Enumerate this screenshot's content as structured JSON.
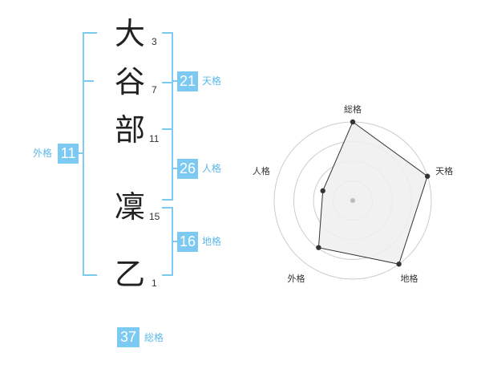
{
  "name": {
    "chars": [
      {
        "char": "大",
        "strokes": "3"
      },
      {
        "char": "谷",
        "strokes": "7"
      },
      {
        "char": "部",
        "strokes": "11"
      },
      {
        "char": "凜",
        "strokes": "15"
      },
      {
        "char": "乙",
        "strokes": "1"
      }
    ]
  },
  "fortunes": {
    "tenkaku": {
      "value": "21",
      "label": "天格"
    },
    "jinkaku": {
      "value": "26",
      "label": "人格"
    },
    "chikaku": {
      "value": "16",
      "label": "地格"
    },
    "gaikaku": {
      "value": "11",
      "label": "外格"
    },
    "soukaku": {
      "value": "37",
      "label": "総格"
    }
  },
  "colors": {
    "accent": "#7cc9f2",
    "accent_text": "#5db8e8",
    "radar_fill": "#eeeeee",
    "ring": "#cccccc"
  },
  "chart_data": {
    "type": "radar",
    "axes": [
      "総格",
      "天格",
      "地格",
      "外格",
      "人格"
    ],
    "values": [
      5,
      5,
      5,
      3.7,
      2
    ],
    "max": 5,
    "rings": 4,
    "center_marker": true
  }
}
